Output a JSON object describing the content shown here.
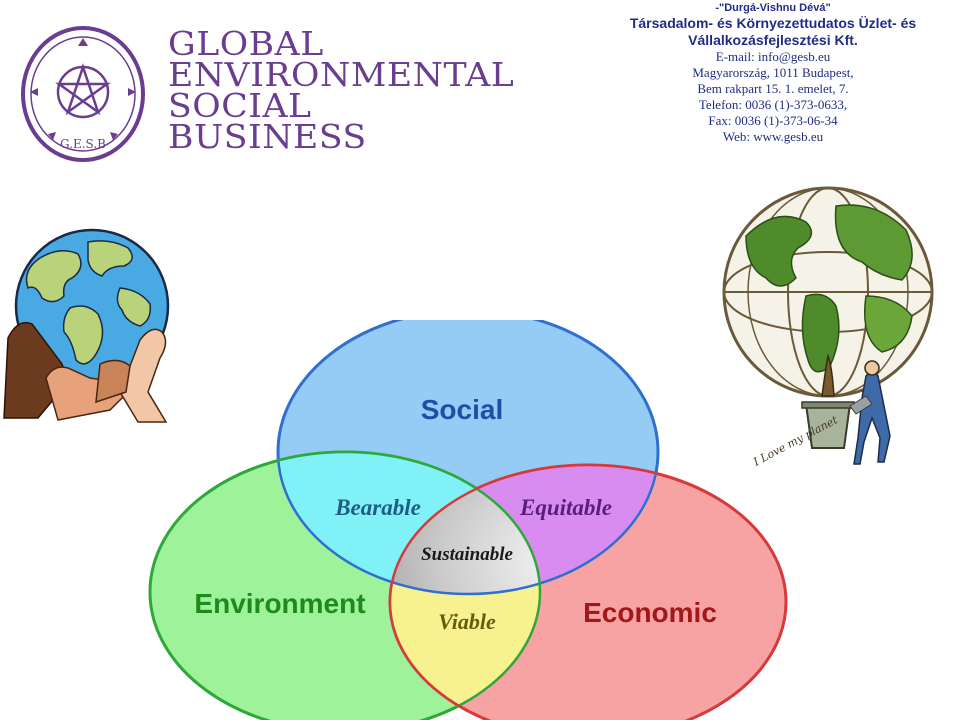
{
  "brand": {
    "lines": [
      "GLOBAL",
      "ENVIRONMENTAL",
      "SOCIAL",
      "BUSINESS"
    ],
    "seal_text": "G.E.S.B",
    "color": "#6a3d91"
  },
  "contact": {
    "tagline": "-\"Durgá-Vishnu Dévá\"",
    "company_line1": "Társadalom- és Környezettudatos Üzlet- és",
    "company_line2": "Vállalkozásfejlesztési  Kft.",
    "email": "E-mail: info@gesb.eu",
    "address1": "Magyarország, 1011 Budapest,",
    "address2": "Bem rakpart 15. 1. emelet, 7.",
    "phone": "Telefon: 0036 (1)-373-0633,",
    "fax": "Fax: 0036 (1)-373-06-34",
    "web": "Web: www.gesb.eu",
    "color": "#1f2d86"
  },
  "venn": {
    "social": "Social",
    "environment": "Environment",
    "economic": "Economic",
    "bearable": "Bearable",
    "equitable": "Equitable",
    "viable": "Viable",
    "sustainable": "Sustainable",
    "colors": {
      "social": "#8ec9f5",
      "environment": "#9ef29a",
      "economic": "#f7a3a3",
      "bearable": "#80f2f7",
      "equitable": "#d98cf0",
      "viable": "#f7f28f"
    }
  },
  "icons": {
    "logo": "pentagram-seal-icon",
    "left_image": "globe-in-hands-icon",
    "right_image": "tree-globe-icon"
  },
  "illustration_text": "I Love my planet"
}
